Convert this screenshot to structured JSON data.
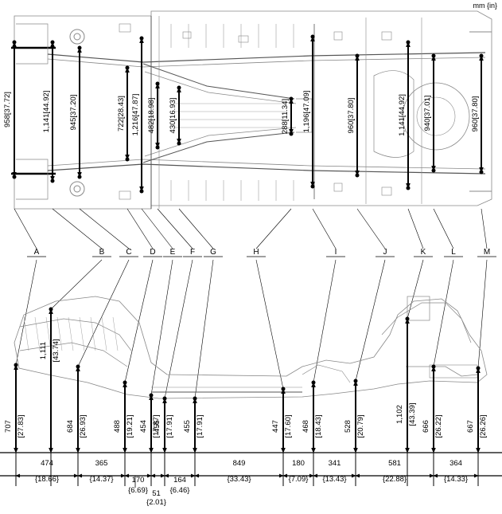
{
  "unit_label": "mm {in}",
  "letters": [
    "A",
    "B",
    "C",
    "D",
    "E",
    "F",
    "G",
    "H",
    "I",
    "J",
    "K",
    "L",
    "M"
  ],
  "top_view_dims": [
    {
      "mm": "958",
      "inch": "[37.72]"
    },
    {
      "mm": "1,141",
      "inch": "[44.92]"
    },
    {
      "mm": "945",
      "inch": "[37.20]"
    },
    {
      "mm": "722",
      "inch": "[28.43]"
    },
    {
      "mm": "1,216",
      "inch": "[47.87]"
    },
    {
      "mm": "482",
      "inch": "[18.98]"
    },
    {
      "mm": "430",
      "inch": "[16.93]"
    },
    {
      "mm": "288",
      "inch": "[11.34]"
    },
    {
      "mm": "1,196",
      "inch": "[47.09]"
    },
    {
      "mm": "960",
      "inch": "[37.80]"
    },
    {
      "mm": "1,141",
      "inch": "[44.92]"
    },
    {
      "mm": "940",
      "inch": "[37.01]"
    },
    {
      "mm": "960",
      "inch": "[37.80]"
    }
  ],
  "side_view_heights": [
    {
      "mm": "707",
      "inch": "[27.83]"
    },
    {
      "mm": "1,111",
      "inch": "[43.74]"
    },
    {
      "mm": "684",
      "inch": "[26.93]"
    },
    {
      "mm": "488",
      "inch": "[19.21]"
    },
    {
      "mm": "454",
      "inch": "[17.87]"
    },
    {
      "mm": "455",
      "inch": "[17.91]"
    },
    {
      "mm": "455",
      "inch": "[17.91]"
    },
    {
      "mm": "447",
      "inch": "[17.60]"
    },
    {
      "mm": "468",
      "inch": "[18.43]"
    },
    {
      "mm": "528",
      "inch": "[20.79]"
    },
    {
      "mm": "1,102",
      "inch": "[43.39]"
    },
    {
      "mm": "666",
      "inch": "[26.22]"
    },
    {
      "mm": "667",
      "inch": "[26.26]"
    }
  ],
  "spacings": [
    {
      "mm": "474",
      "inch": "{18.66}"
    },
    {
      "mm": "365",
      "inch": "{14.37}"
    },
    {
      "mm": "170",
      "inch": "{6.69}"
    },
    {
      "mm": "51",
      "inch": "{2.01}"
    },
    {
      "mm": "164",
      "inch": "{6.46}"
    },
    {
      "mm": "849",
      "inch": "{33.43}"
    },
    {
      "mm": "180",
      "inch": "{7.09}"
    },
    {
      "mm": "341",
      "inch": "{13.43}"
    },
    {
      "mm": "581",
      "inch": "{22.88}"
    },
    {
      "mm": "364",
      "inch": "{14.33}"
    }
  ]
}
